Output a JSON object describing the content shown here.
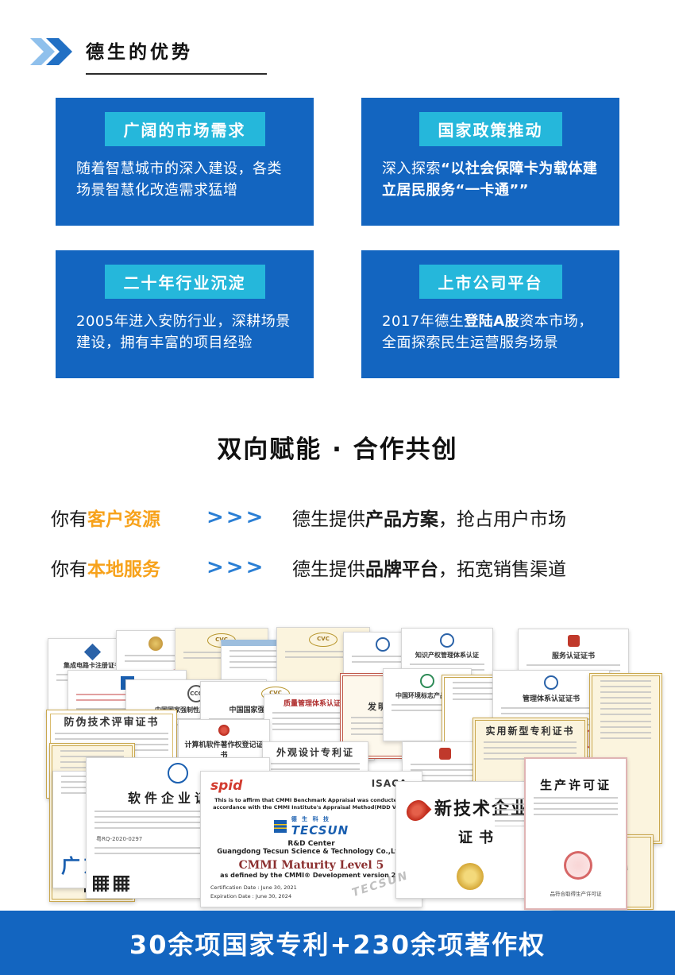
{
  "header": {
    "title": "德生的优势"
  },
  "cards": [
    {
      "title": "广阔的市场需求",
      "pre": "随着智慧城市的深入建设，各类场景智慧化改造需求猛增",
      "bold": "",
      "post": ""
    },
    {
      "title": "国家政策推动",
      "pre": "深入探索",
      "bold": "“以社会保障卡为载体建立居民服务“一卡通””",
      "post": ""
    },
    {
      "title": "二十年行业沉淀",
      "pre": "2005年进入安防行业，深耕场景建设，拥有丰富的项目经验",
      "bold": "",
      "post": ""
    },
    {
      "title": "上市公司平台",
      "pre": "2017年德生",
      "bold": "登陆A股",
      "post": "资本市场，全面探索民生运营服务场景"
    }
  ],
  "synergy": {
    "title": "双向赋能 · 合作共创",
    "rows": [
      {
        "left_prefix": "你有",
        "left_highlight": "客户资源",
        "arrows": ">>>",
        "right_prefix": "德生提供",
        "right_bold": "产品方案",
        "right_suffix": "，抢占用户市场"
      },
      {
        "left_prefix": "你有",
        "left_highlight": "本地服务",
        "arrows": ">>>",
        "right_prefix": "德生提供",
        "right_bold": "品牌平台",
        "right_suffix": "，拓宽销售渠道"
      }
    ]
  },
  "certs": {
    "items": [
      "集成电路卡注册证书",
      "知识产权管理体系认证",
      "服务认证证书",
      "中国国家强制性产品认证证书",
      "中国国家强制性产品认证证书",
      "质量管理体系认证证书",
      "发明专利证书",
      "中国环境标志产品认证",
      "管理体系认证证书",
      "防伪技术评审证书",
      "计算机软件著作权登记证书",
      "外观设计专利证",
      "实用新型专利证书",
      "广东"
    ],
    "logos": {
      "cvc": "CVC",
      "ccc": "CCC"
    },
    "software": {
      "title": "软件企业证书",
      "number": "粤RQ-2020-0297"
    },
    "cmmi": {
      "brand_left": "spid",
      "brand_right": "ISACA.",
      "intro1": "This is to affirm that CMMI Benchmark Appraisal was conducted in",
      "intro2": "accordance with the CMMI Institute's Appraisal Method(MDD V2.0).",
      "logo_cn": "德 生 科 技",
      "logo_en": "TECSUN",
      "dept": "R&D Center",
      "company": "Guangdong Tecsun Science & Technology Co.,Ltd.",
      "level": "CMMI Maturity Level 5",
      "level_sub": "as defined by the CMMI® Development version 2.0",
      "date1": "Certification Date : June 30, 2021",
      "date2": "Expiration Date : June 30, 2024"
    },
    "hightech": {
      "line1": "新技术企业",
      "line2": "证书"
    },
    "license": {
      "title": "生产许可证",
      "sub": "品符合取得生产许可证"
    },
    "watermark": "TECSUN"
  },
  "banner": {
    "text": "30余项国家专利+230余项著作权"
  },
  "colors": {
    "card_blue": "#1365C0",
    "badge_cyan": "#25B7DB",
    "accent_orange": "#F7A21B",
    "arrow_blue": "#2B7FD4"
  }
}
